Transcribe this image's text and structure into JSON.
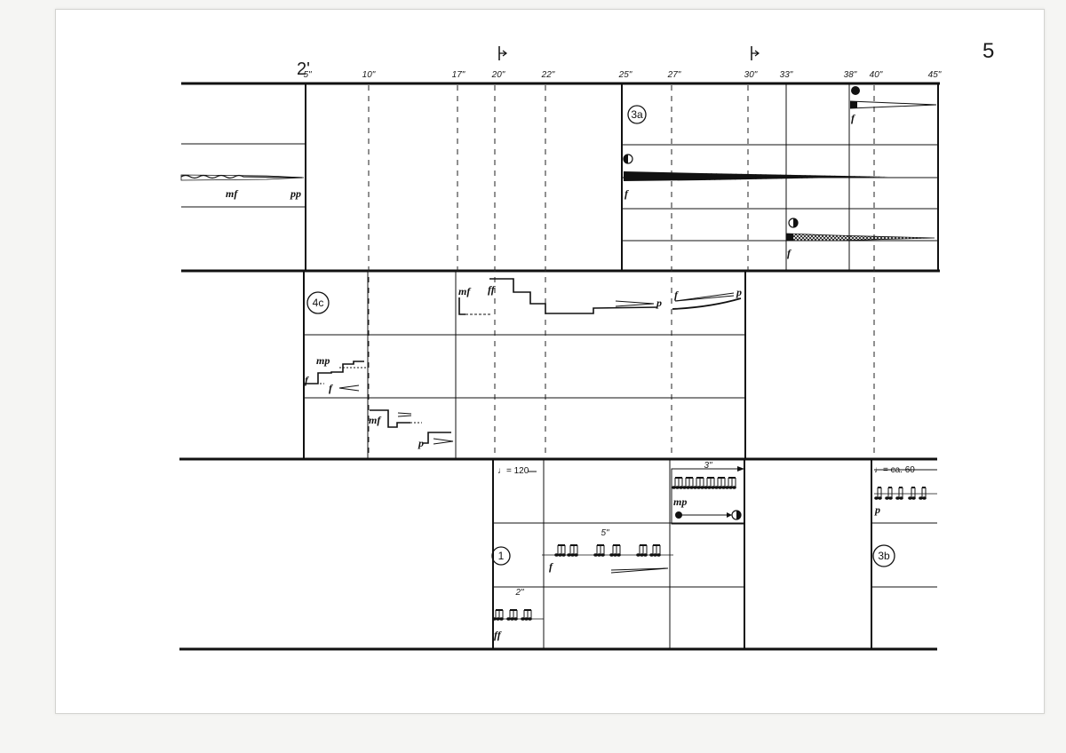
{
  "page": {
    "number": "5",
    "start_minute": "2'"
  },
  "timeline": {
    "ticks": [
      "5\"",
      "10\"",
      "17\"",
      "20\"",
      "22\"",
      "25\"",
      "27\"",
      "30\"",
      "33\"",
      "38\"",
      "40\"",
      "45\""
    ]
  },
  "sections": {
    "s3a": "3a",
    "s4c": "4c",
    "s1": "1",
    "s3b": "3b"
  },
  "dynamics": {
    "mf": "mf",
    "pp": "pp",
    "f": "f",
    "ff": "ff",
    "mp": "mp",
    "p": "p"
  },
  "tempo": {
    "t120": "♩= 120",
    "t60": "♩= ca. 60"
  },
  "durations": {
    "d5": "5\"",
    "d3": "3\"",
    "d2": "2\""
  },
  "colors": {
    "ink": "#1a1a1a",
    "paper": "#ffffff"
  }
}
